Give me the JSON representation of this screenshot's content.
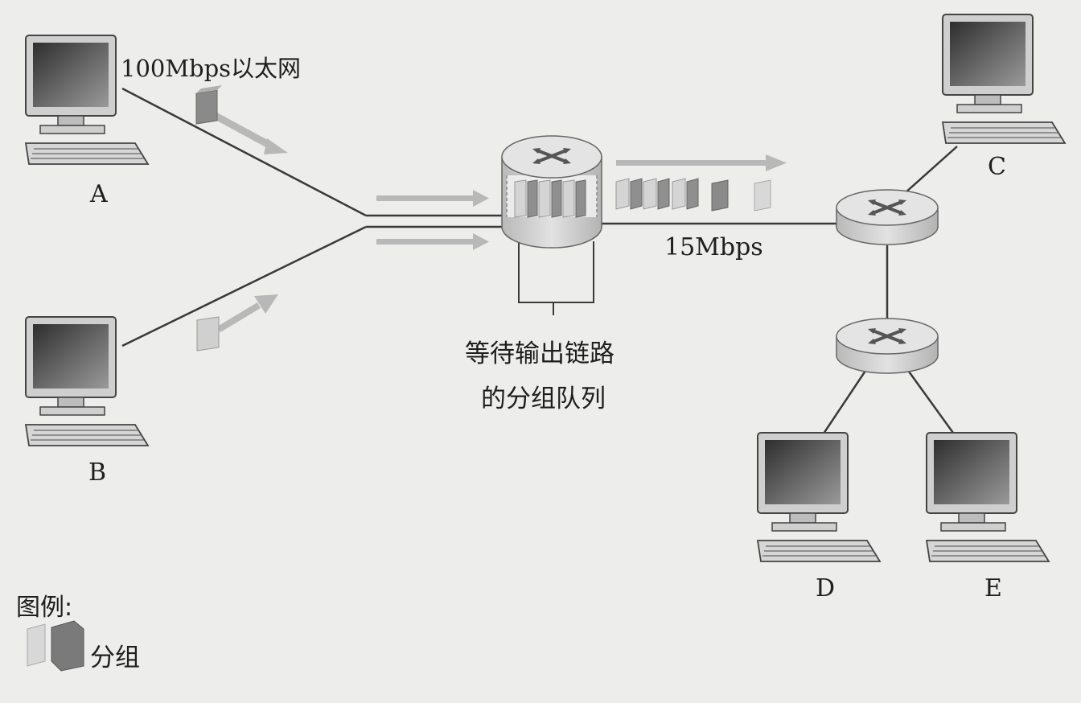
{
  "labels": {
    "ethernet": "100Mbps以太网",
    "link_speed": "15Mbps",
    "queue_line1": "等待输出链路",
    "queue_line2": "的分组队列",
    "legend_title": "图例:",
    "legend_packet": "分组"
  },
  "hosts": {
    "a": "A",
    "b": "B",
    "c": "C",
    "d": "D",
    "e": "E"
  },
  "colors": {
    "background": "#ededec",
    "line": "#3a3a3a",
    "router": "#d4d4d4",
    "packet_dark": "#8a8a8a",
    "packet_light": "#d8d8d8",
    "arrow": "#b8b8b8"
  }
}
